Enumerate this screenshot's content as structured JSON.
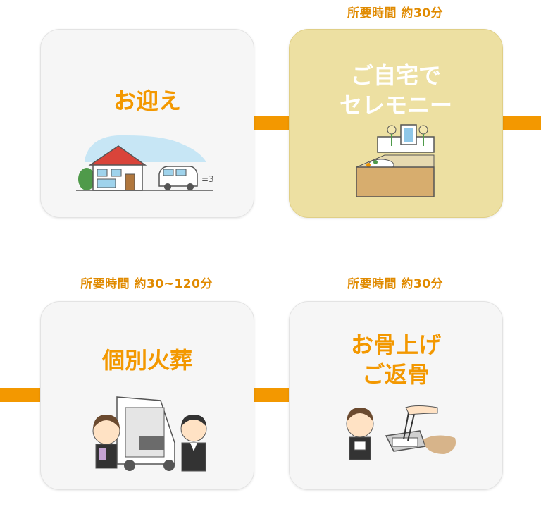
{
  "steps": [
    {
      "title": "お迎え",
      "time": ""
    },
    {
      "title_lines": [
        "ご自宅で",
        "セレモニー"
      ],
      "time": "所要時間 約30分"
    },
    {
      "title": "個別火葬",
      "time": "所要時間 約30~120分"
    },
    {
      "title_lines": [
        "お骨上げ",
        "ご返骨"
      ],
      "time": "所要時間 約30分"
    }
  ],
  "colors": {
    "accent": "#f39800",
    "card_bg": "#f6f6f6",
    "highlight_bg": "#ede0a2"
  },
  "icons": [
    "house-van-illustration",
    "home-altar-illustration",
    "cremation-van-illustration",
    "bone-collection-illustration"
  ]
}
